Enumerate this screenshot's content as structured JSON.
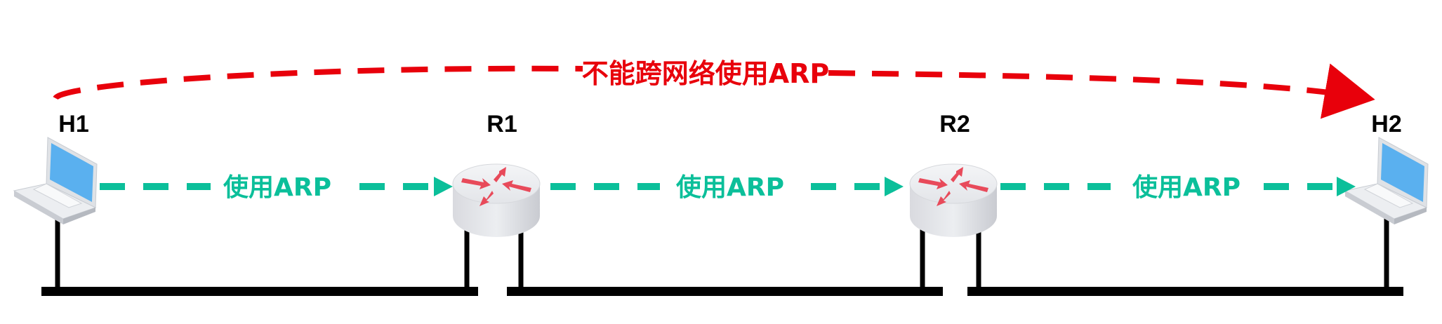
{
  "title": "不能跨网络使用ARP",
  "nodes": {
    "h1": "H1",
    "r1": "R1",
    "r2": "R2",
    "h2": "H2"
  },
  "links": [
    {
      "label": "使用ARP"
    },
    {
      "label": "使用ARP"
    },
    {
      "label": "使用ARP"
    }
  ],
  "colors": {
    "red": "#e8000b",
    "green": "#0bbf9a",
    "bus": "#000000"
  }
}
